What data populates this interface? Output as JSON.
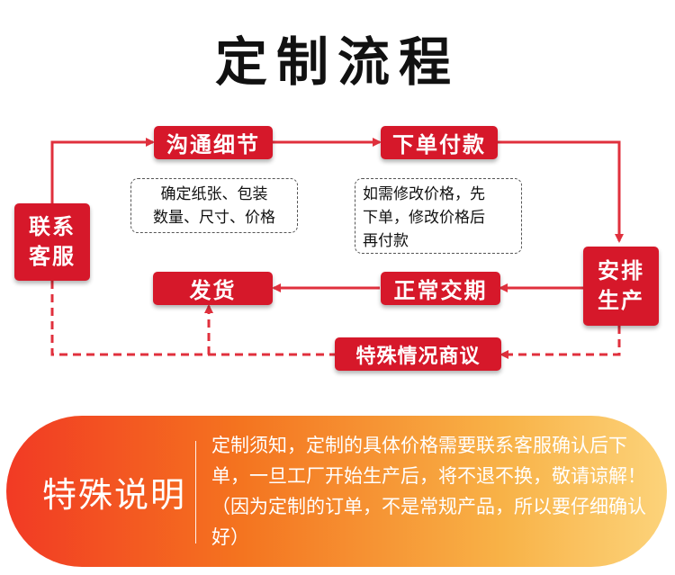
{
  "title": "定制流程",
  "nodes": {
    "contact": "联系\n客服",
    "communicate": "沟通细节",
    "order": "下单付款",
    "produce": "安排\n生产",
    "delivery_date": "正常交期",
    "ship": "发货",
    "special": "特殊情况商议"
  },
  "notes": {
    "communicate": "确定纸张、包装\n数量、尺寸、价格",
    "order": "如需修改价格，先\n下单，修改价格后\n再付款"
  },
  "banner": {
    "title": "特殊说明",
    "text": "定制须知，定制的具体价格需要联系客服确认后下单，一旦工厂开始生产后，将不退不换，敬请谅解！（因为定制的订单，不是常规产品，所以要仔细确认好）"
  },
  "colors": {
    "accent": "#d6182a",
    "line": "#e0303d"
  }
}
